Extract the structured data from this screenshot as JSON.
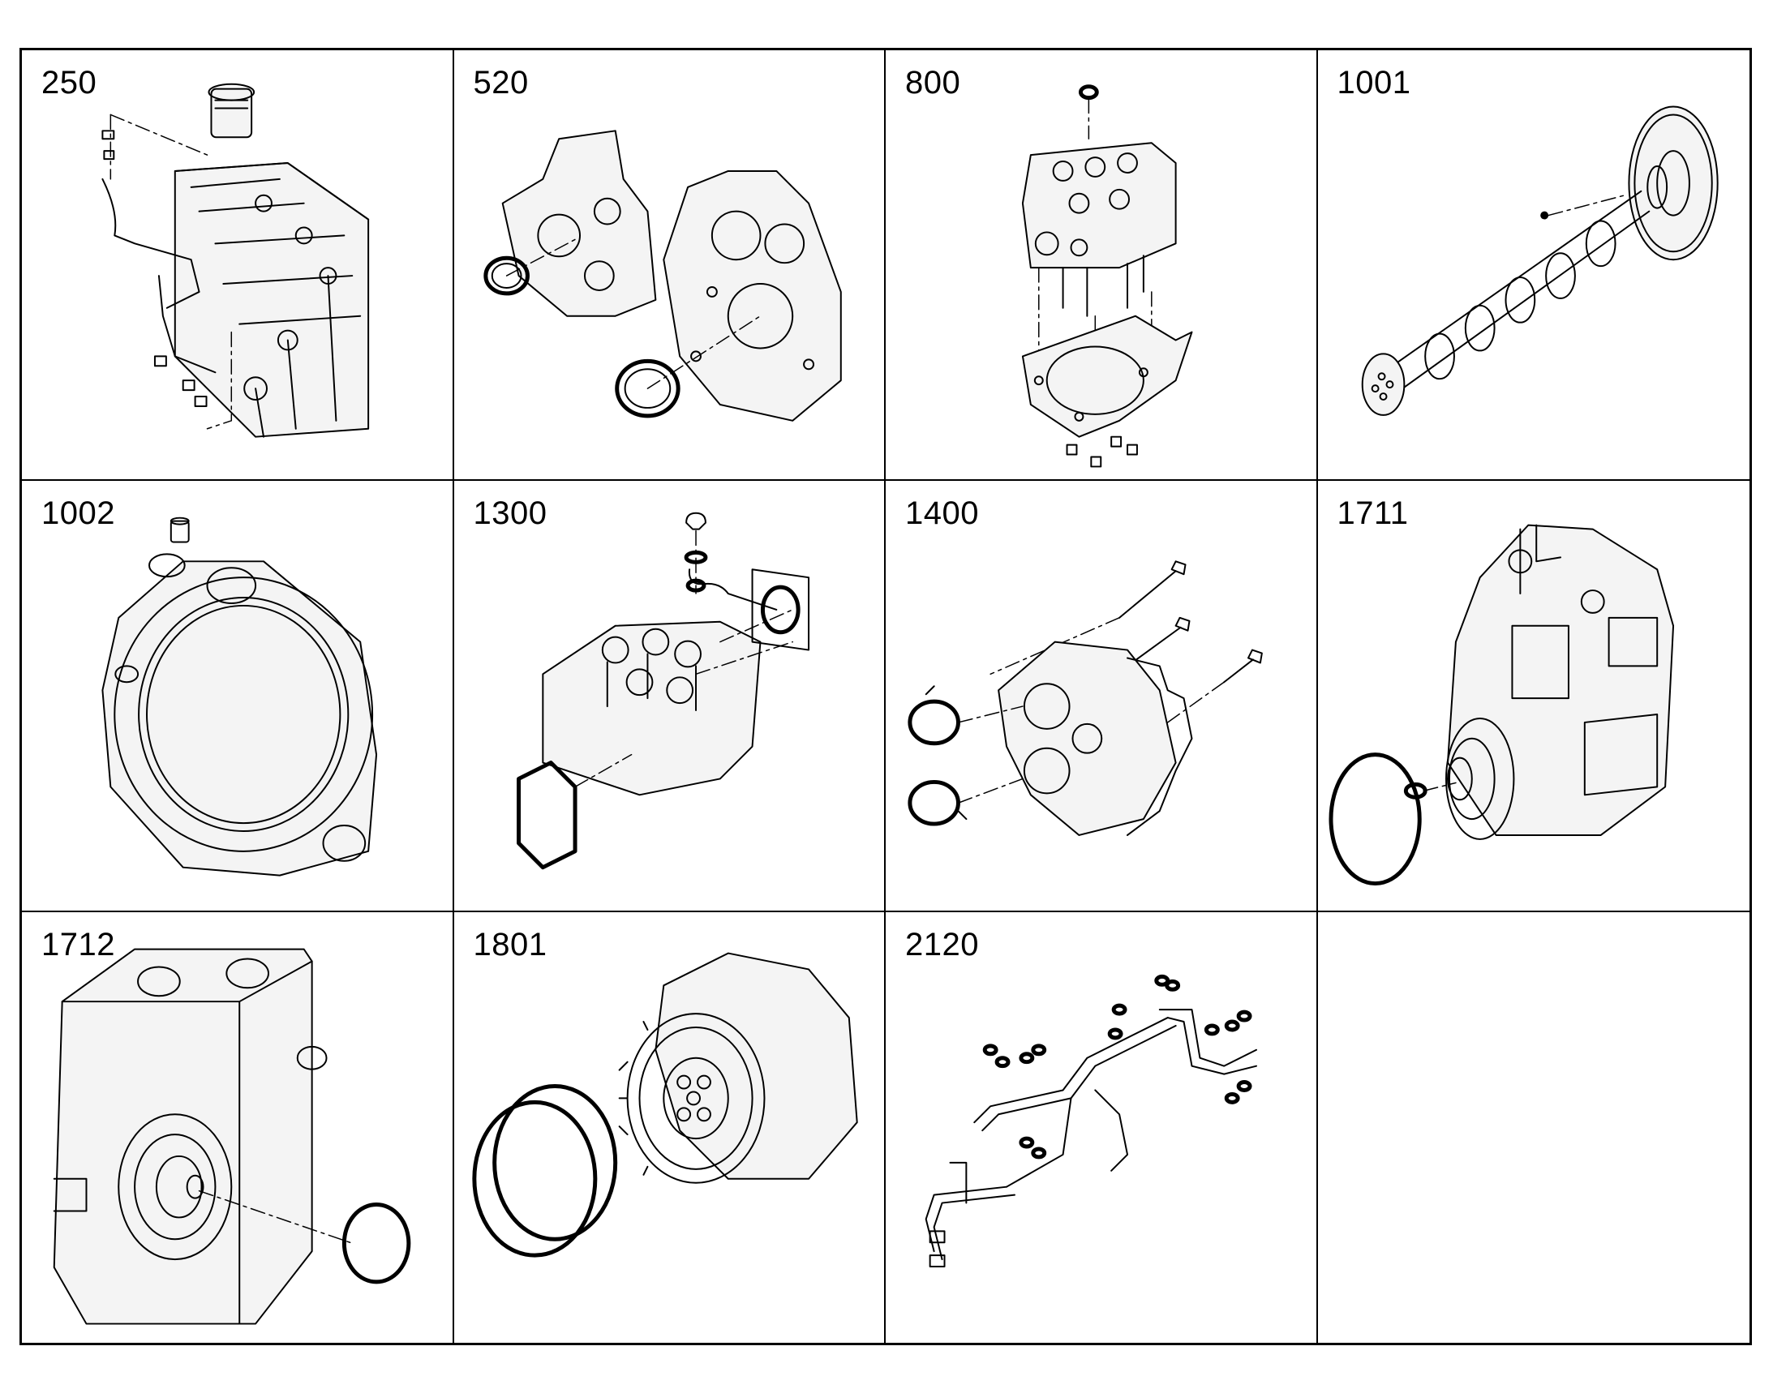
{
  "cells": [
    {
      "label": "250",
      "icon": "cylinder-block-oil-lines"
    },
    {
      "label": "520",
      "icon": "timing-case-with-seals"
    },
    {
      "label": "800",
      "icon": "cylinder-head-gasket"
    },
    {
      "label": "1001",
      "icon": "camshaft-gear"
    },
    {
      "label": "1002",
      "icon": "flywheel-housing"
    },
    {
      "label": "1300",
      "icon": "cylinder-head-valves"
    },
    {
      "label": "1400",
      "icon": "oil-pump"
    },
    {
      "label": "1711",
      "icon": "high-pressure-pump"
    },
    {
      "label": "1712",
      "icon": "pump-module-oring"
    },
    {
      "label": "1801",
      "icon": "gear-drive-rings"
    },
    {
      "label": "2120",
      "icon": "fuel-lines"
    },
    {
      "label": "",
      "icon": ""
    }
  ]
}
